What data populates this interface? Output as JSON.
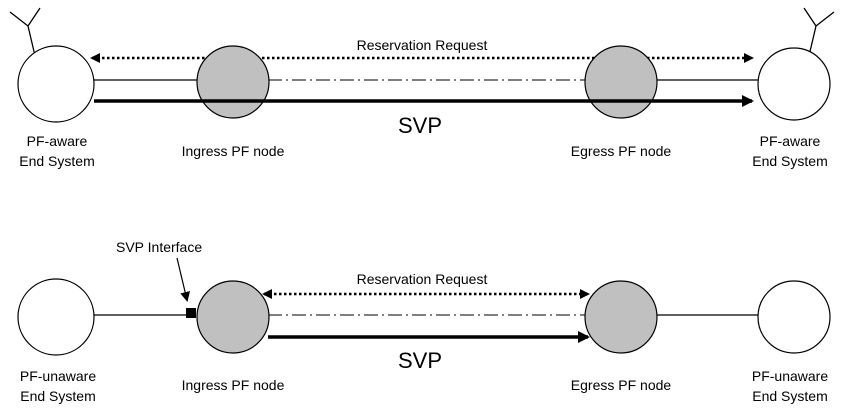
{
  "top": {
    "reservation_request": "Reservation Request",
    "svp": "SVP",
    "left_end_line1": "PF-aware",
    "left_end_line2": "End System",
    "ingress_label": "Ingress PF node",
    "egress_label": "Egress PF node",
    "right_end_line1": "PF-aware",
    "right_end_line2": "End System"
  },
  "bottom": {
    "svp_interface": "SVP Interface",
    "reservation_request": "Reservation Request",
    "svp": "SVP",
    "left_end_line1": "PF-unaware",
    "left_end_line2": "End System",
    "ingress_label": "Ingress PF node",
    "egress_label": "Egress PF node",
    "right_end_line1": "PF-unaware",
    "right_end_line2": "End System"
  },
  "colors": {
    "pf_node_fill": "#c0c0c0",
    "end_system_fill": "#ffffff",
    "stroke": "#000000"
  }
}
